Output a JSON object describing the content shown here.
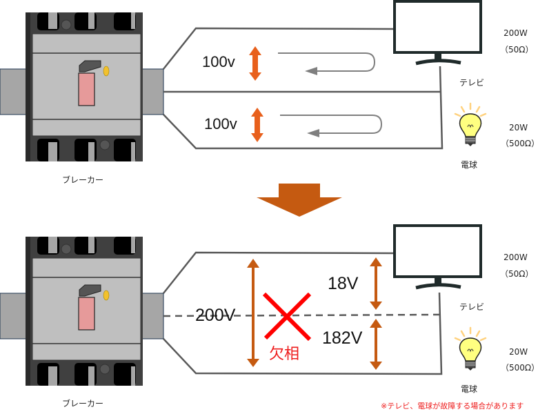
{
  "top": {
    "breaker_label": "ブレーカー",
    "voltage_upper": "100v",
    "voltage_lower": "100v",
    "tv": {
      "label": "テレビ",
      "power": "200W",
      "resistance": "（50Ω）"
    },
    "bulb": {
      "label": "電球",
      "power": "20W",
      "resistance": "（500Ω）"
    }
  },
  "bottom": {
    "breaker_label": "ブレーカー",
    "total_voltage": "200V",
    "tv_voltage": "18V",
    "bulb_voltage": "182V",
    "fault_label": "欠相",
    "tv": {
      "label": "テレビ",
      "power": "200W",
      "resistance": "（50Ω）"
    },
    "bulb": {
      "label": "電球",
      "power": "20W",
      "resistance": "（500Ω）"
    },
    "warning": "※テレビ、電球が故障する場合があります"
  },
  "colors": {
    "voltage_arrow_top": "#e8601c",
    "voltage_arrow_bottom": "#c55a11",
    "transition_arrow": "#c55a11",
    "fault_mark": "#ff0000",
    "wire": "#595959",
    "breaker_body": "#bfbfbf",
    "breaker_frame": "#404040",
    "switch_handle": "#e69a9a",
    "bulb_glass": "#ffff80"
  }
}
